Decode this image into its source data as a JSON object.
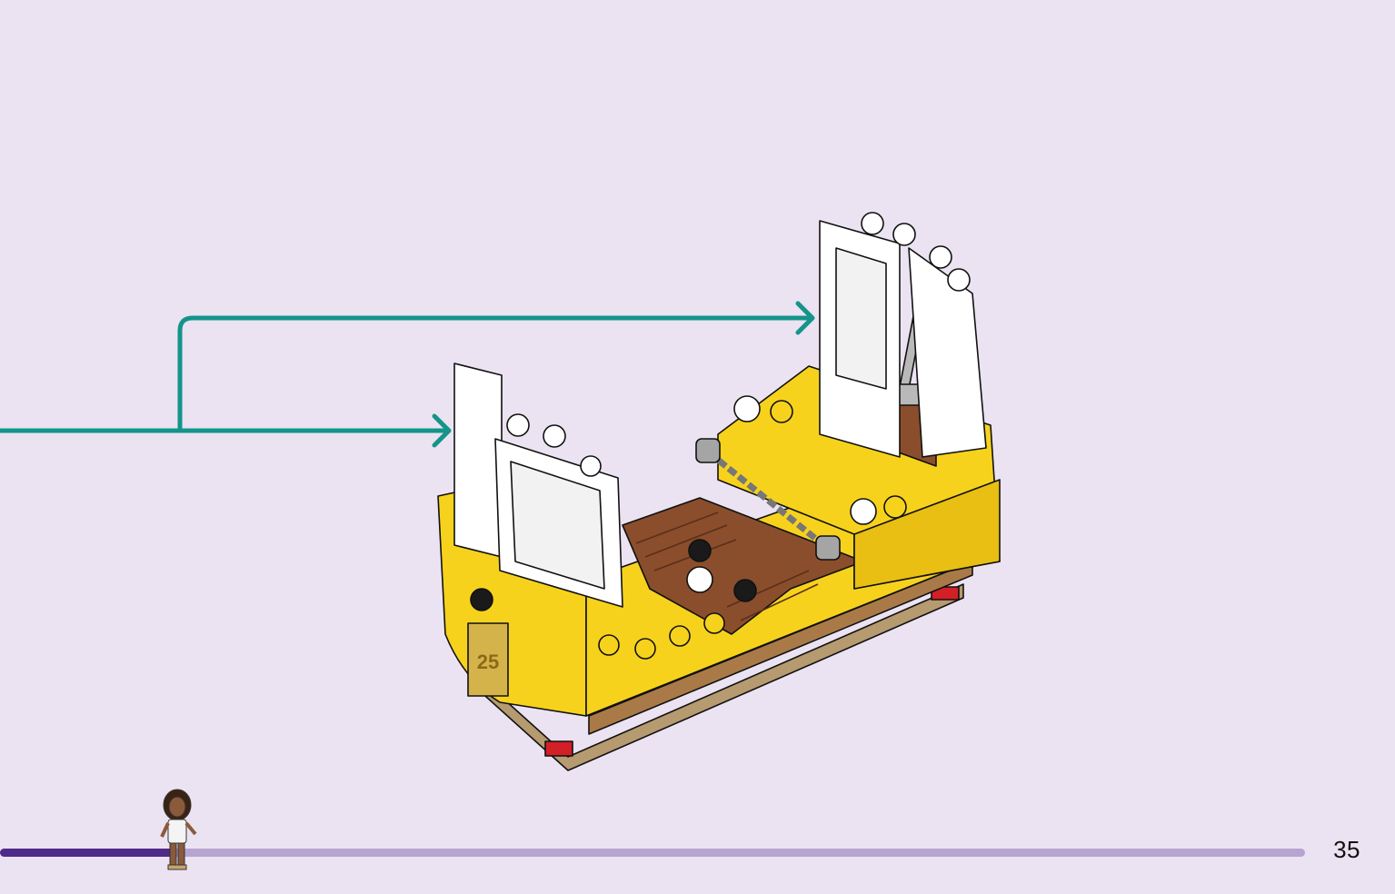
{
  "page": {
    "number": "35"
  },
  "progress": {
    "fraction": 0.13
  },
  "colors": {
    "background": "#ebe3f1",
    "arrow": "#14948a",
    "brick_yellow": "#f7d21d",
    "brick_brown": "#8a4e2c",
    "progress_track": "#b7a4d0",
    "progress_fill": "#4e2a8a"
  },
  "model": {
    "badge_text": "25"
  },
  "icons": [
    "callout-arrow-icon",
    "minifigure-icon"
  ]
}
